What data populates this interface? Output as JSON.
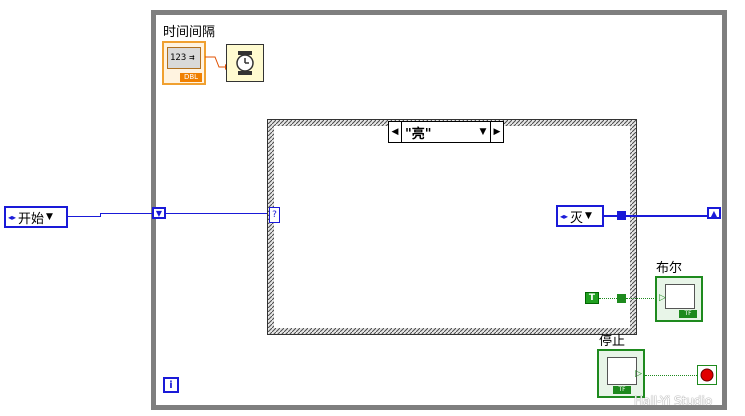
{
  "loop": {
    "time_interval_label": "时间间隔",
    "numeric_display": "123",
    "numeric_type_badge": "DBL",
    "iteration_label": "i"
  },
  "controls": {
    "start_enum_value": "开始",
    "off_enum_value": "灭"
  },
  "case": {
    "selector_value": "\"亮\""
  },
  "boolean_const": {
    "value": "T"
  },
  "indicators": {
    "bool_label": "布尔",
    "stop_label": "停止",
    "tf_badge": "TF"
  },
  "watermark": "Hall-Yi Studio",
  "colors": {
    "enum_wire": "#1a1ad8",
    "boolean_wire": "#1e8a1e",
    "numeric_orange": "#f08000",
    "frame_gray": "#7f7f7f"
  }
}
